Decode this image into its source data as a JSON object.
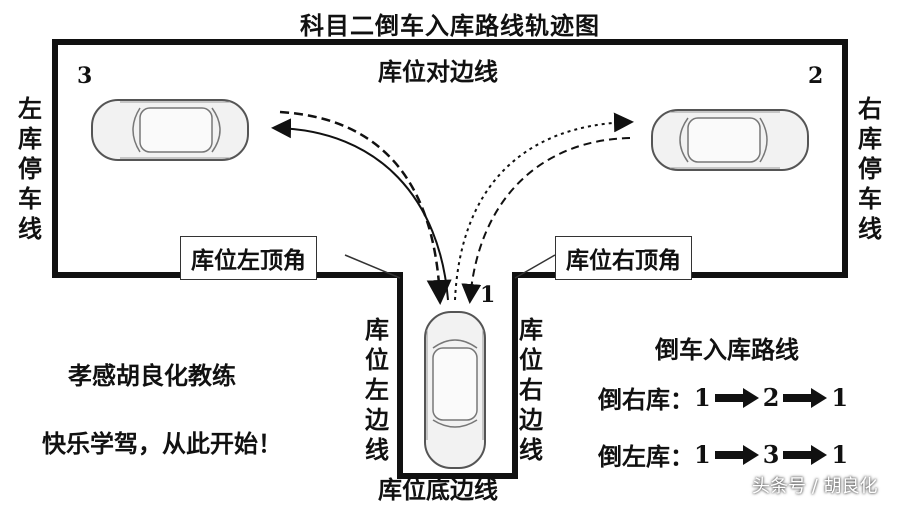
{
  "title": "科目二倒车入库路线轨迹图",
  "labels": {
    "top_line": "库位对边线",
    "left_line": "左库停车线",
    "right_line": "右库停车线",
    "left_corner": "库位左顶角",
    "right_corner": "库位右顶角",
    "bay_left": "库位左边线",
    "bay_right": "库位右边线",
    "bottom_line": "库位底边线"
  },
  "positions": {
    "p1": "1",
    "p2": "2",
    "p3": "3"
  },
  "coach": {
    "line1": "孝感胡良化教练",
    "line2": "快乐学驾，从此开始！"
  },
  "routes": {
    "heading": "倒车入库路线",
    "right": {
      "label": "倒右库：",
      "steps": [
        "1",
        "2",
        "1"
      ]
    },
    "left": {
      "label": "倒左库：",
      "steps": [
        "1",
        "3",
        "1"
      ]
    }
  },
  "watermark": "头条号 / 胡良化",
  "colors": {
    "lines": "#111111",
    "car_body": "#f2f2f2",
    "car_outline": "#555555"
  }
}
